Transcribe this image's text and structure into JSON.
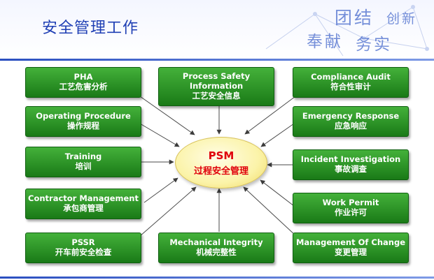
{
  "page": {
    "title": "安全管理工作",
    "slogan": [
      "团结",
      "创新",
      "奉献",
      "务实"
    ]
  },
  "center": {
    "en": "PSM",
    "zh": "过程安全管理"
  },
  "elements": [
    {
      "en": "PHA",
      "zh": "工艺危害分析"
    },
    {
      "en": "Process Safety Information",
      "zh": "工艺安全信息"
    },
    {
      "en": "Compliance Audit",
      "zh": "符合性审计"
    },
    {
      "en": "Operating Procedure",
      "zh": "操作规程"
    },
    {
      "en": "Emergency Response",
      "zh": "应急响应"
    },
    {
      "en": "Training",
      "zh": "培训"
    },
    {
      "en": "Incident Investigation",
      "zh": "事故调查"
    },
    {
      "en": "Contractor Management",
      "zh": "承包商管理"
    },
    {
      "en": "Work Permit",
      "zh": "作业许可"
    },
    {
      "en": "PSSR",
      "zh": "开车前安全检查"
    },
    {
      "en": "Mechanical Integrity",
      "zh": "机械完整性"
    },
    {
      "en": "Management Of Change",
      "zh": "变更管理"
    }
  ]
}
